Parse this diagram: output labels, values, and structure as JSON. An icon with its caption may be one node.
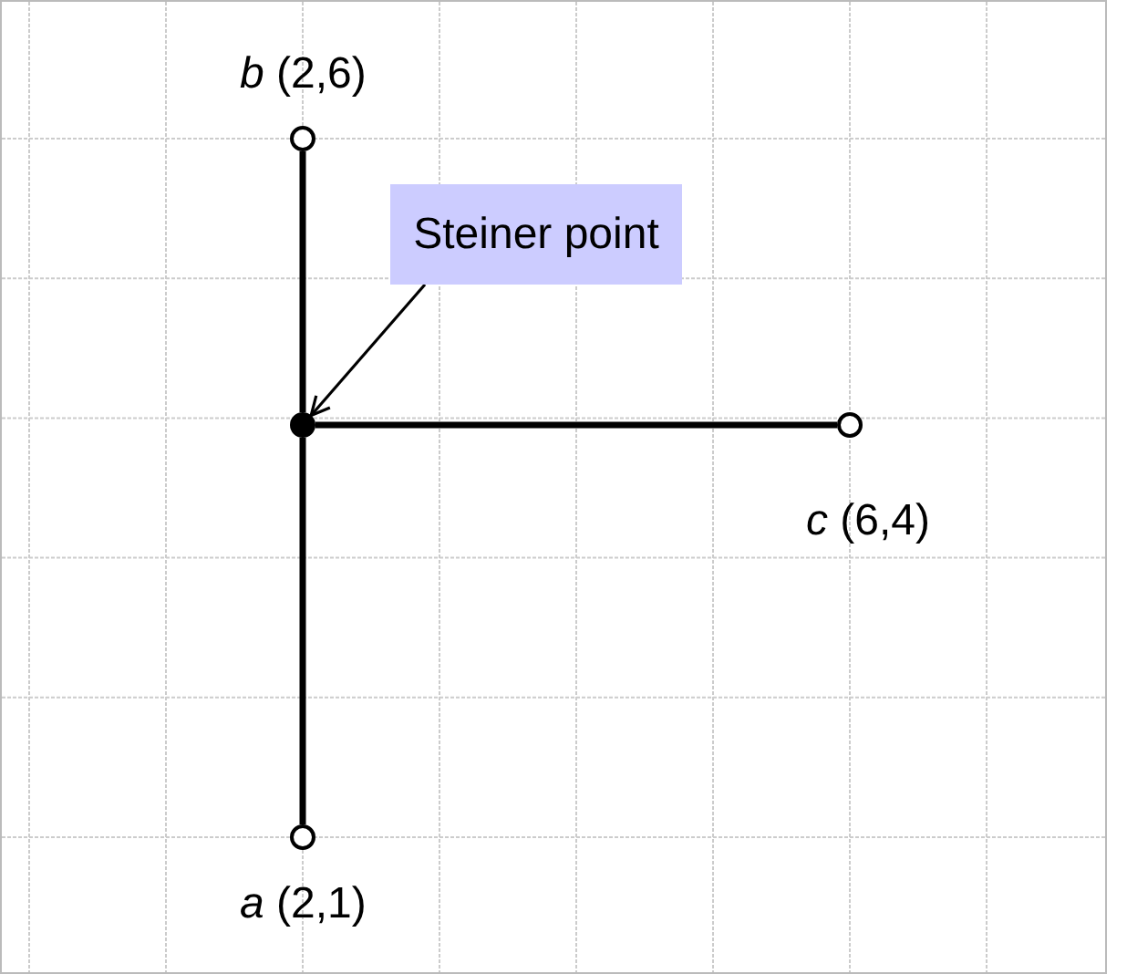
{
  "diagram": {
    "nodes": [
      {
        "text": [],
        "shape": "circle",
        "beside": [
          "*b* (2,6)"
        ]
      },
      {
        "text": [
          "Steiner point"
        ]
      },
      {
        "text": [],
        "shape": "circle"
      },
      {
        "text": [],
        "shape": "circle",
        "beside": [
          "*c* (6,4)"
        ]
      },
      {
        "text": [],
        "shape": "circle",
        "beside": [
          "*a* (2,1)"
        ]
      }
    ],
    "edges": [
      {
        "from": 0,
        "to": 2,
        "arrow": "none"
      },
      {
        "from": 2,
        "to": 3,
        "arrow": "none"
      },
      {
        "from": 2,
        "to": 4,
        "arrow": "none"
      },
      {
        "from": 1,
        "to": 2,
        "arrow": "to"
      }
    ]
  }
}
